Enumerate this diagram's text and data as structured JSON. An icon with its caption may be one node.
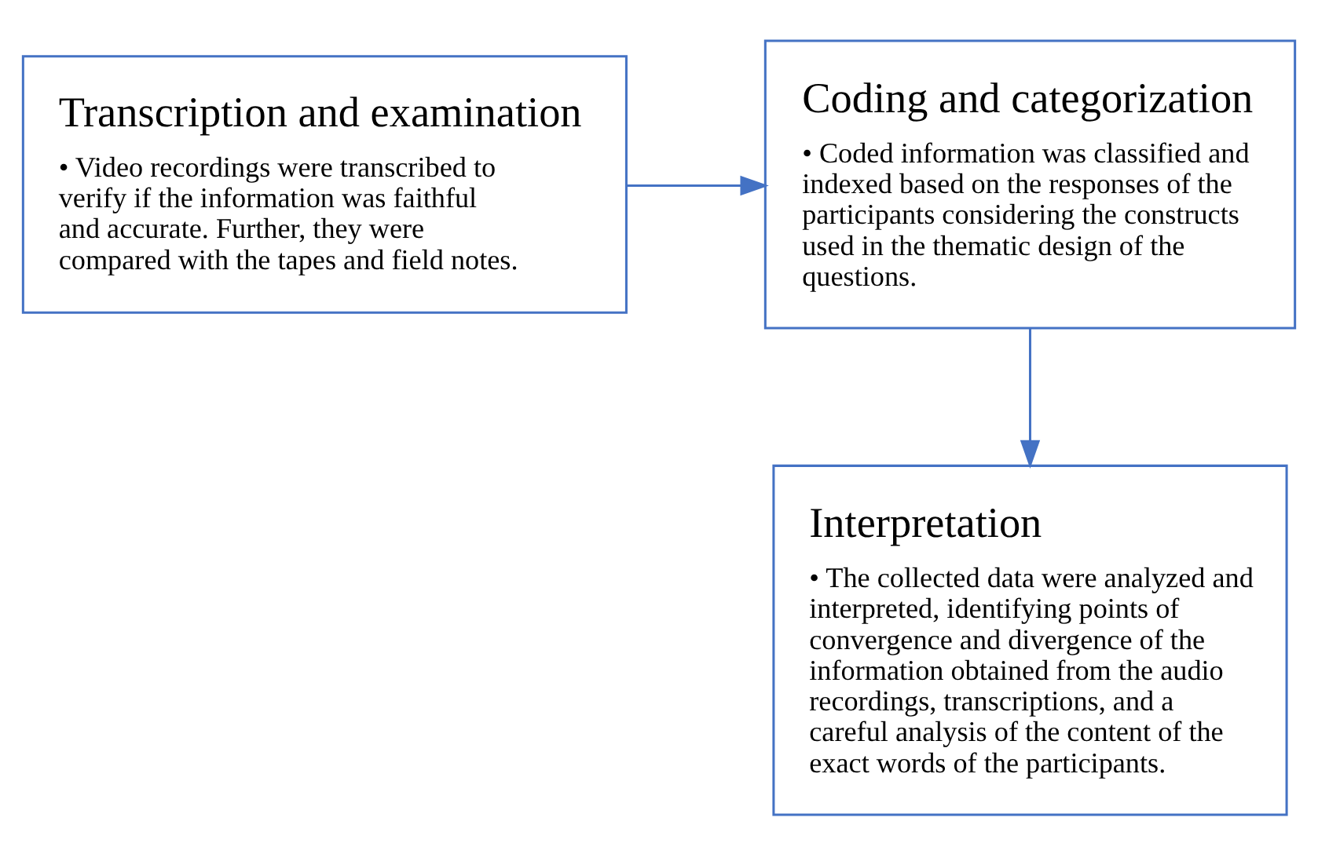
{
  "diagram": {
    "nodes": [
      {
        "text": [
          "Transcription and examination",
          "• Video recordings were transcribed to verify if the information was faithful and accurate. Further, they were compared with the tapes and field notes."
        ]
      },
      {
        "text": [
          "Coding and categorization",
          "• Coded information was classified and indexed based on the responses of the participants considering the constructs used in the thematic design of the questions."
        ]
      },
      {
        "text": [
          "Interpretation",
          "• The collected data were analyzed and interpreted, identifying points of convergence and divergence of the information obtained from the audio recordings, transcriptions, and a careful analysis of the content of the exact words of the participants."
        ]
      }
    ],
    "edges": [
      {
        "from": 0,
        "to": 1,
        "arrow": "to",
        "color": "#4472c4"
      },
      {
        "from": 1,
        "to": 2,
        "arrow": "to",
        "color": "#4472c4"
      }
    ]
  }
}
